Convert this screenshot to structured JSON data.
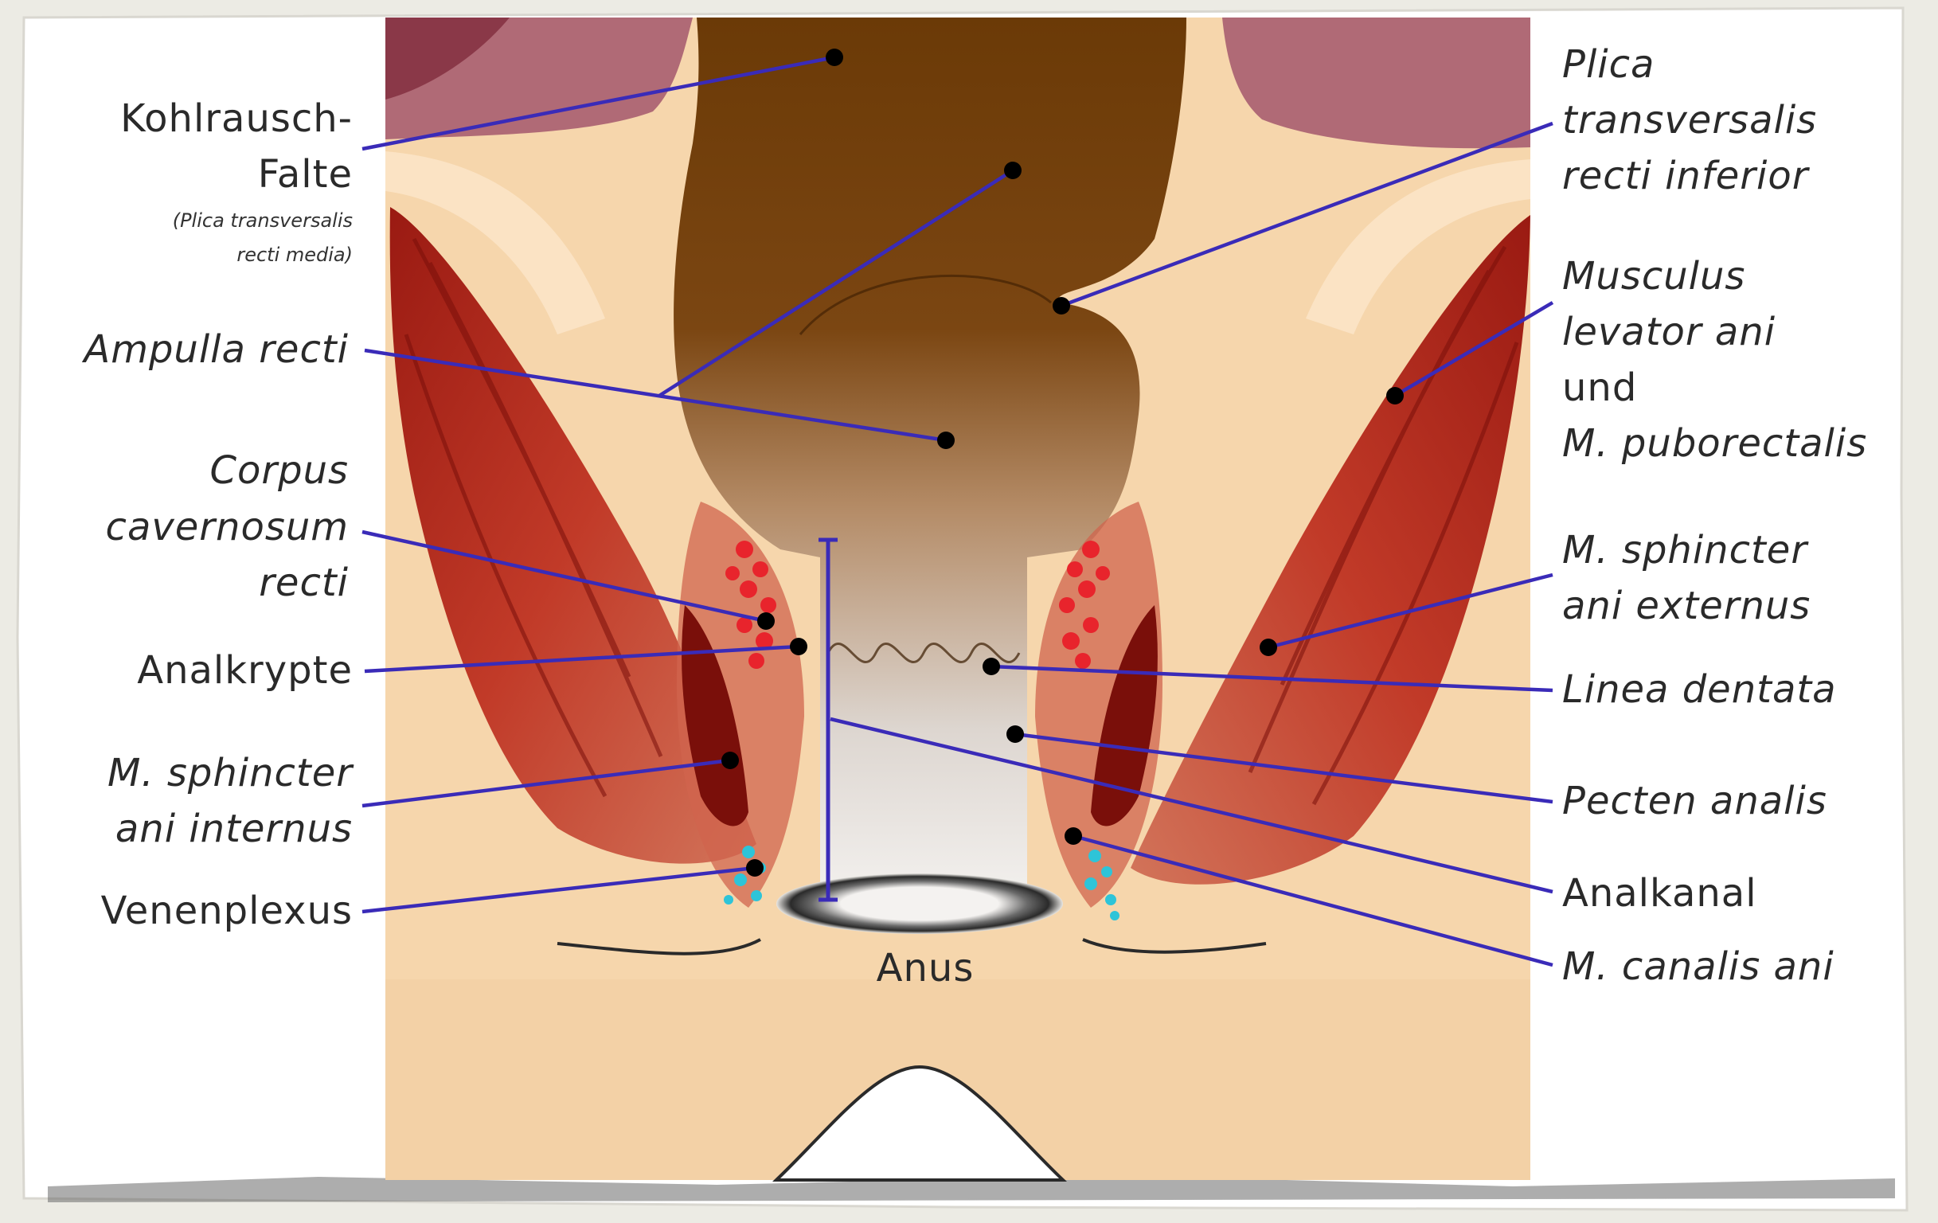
{
  "diagram": {
    "labels_left": {
      "kohlrausch_line1": "Kohlrausch-",
      "kohlrausch_line2": "Falte",
      "kohlrausch_note1": "(Plica transversalis",
      "kohlrausch_note2": "recti media)",
      "ampulla": "Ampulla recti",
      "corpus_line1": "Corpus",
      "corpus_line2": "cavernosum",
      "corpus_line3": "recti",
      "analkrypte": "Analkrypte",
      "sphincter_int_line1": "M. sphincter",
      "sphincter_int_line2": "ani internus",
      "venenplexus": "Venenplexus"
    },
    "labels_right": {
      "plica_line1": "Plica",
      "plica_line2": "transversalis",
      "plica_line3": "recti inferior",
      "levator_line1": "Musculus",
      "levator_line2": "levator ani",
      "levator_line3": "und",
      "levator_line4": "M. puborectalis",
      "sphincter_ext_line1": "M. sphincter",
      "sphincter_ext_line2": "ani externus",
      "linea": "Linea dentata",
      "pecten": "Pecten analis",
      "analkanal": "Analkanal",
      "canalis": "M. canalis ani"
    },
    "center_label": "Anus",
    "colors": {
      "background": "#ecebe4",
      "paper": "#ffffff",
      "skin": "#f6d6ac",
      "skin_light": "#fbe3c4",
      "organ": "#b06a76",
      "rectum": "#6b3a07",
      "muscle": "#b32418",
      "muscle_dark": "#7a0f0a",
      "leader_line": "#3a2bb8",
      "vessel_red": "#e8242c",
      "vessel_cyan": "#2ec4d8"
    }
  }
}
